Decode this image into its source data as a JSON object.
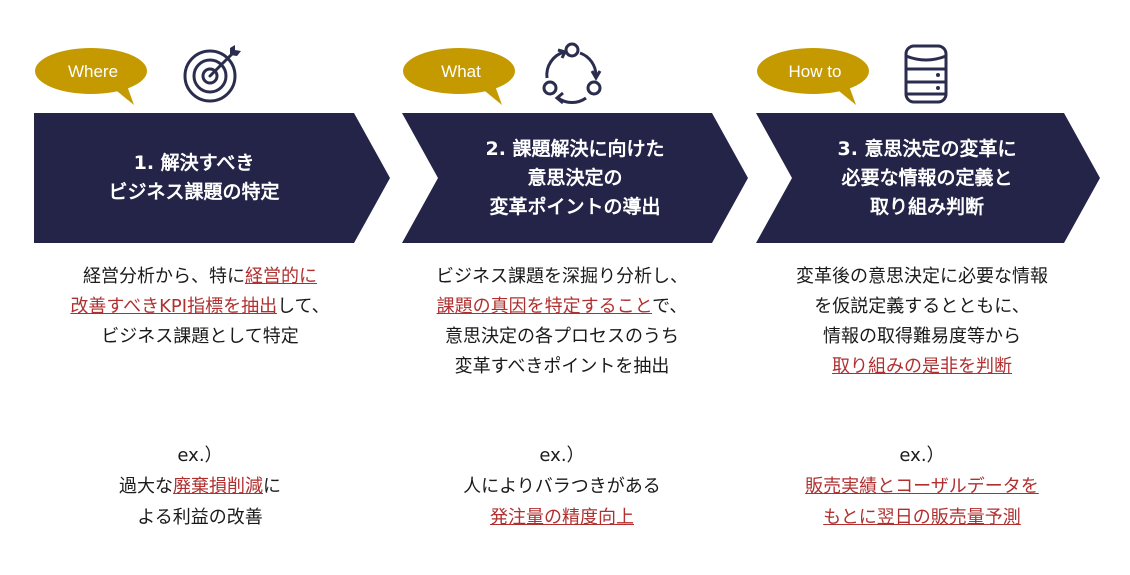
{
  "colors": {
    "gold": "#c49a00",
    "navy": "#232448",
    "highlight": "#b03030"
  },
  "steps": [
    {
      "tag": "Where",
      "icon": "target-icon",
      "title": [
        "1. 解決すべき",
        "ビジネス課題の特定"
      ],
      "desc": [
        [
          {
            "t": "経営分析から、特に"
          },
          {
            "t": "経営的に",
            "hl": true
          }
        ],
        [
          {
            "t": "改善すべきKPI指標を抽出",
            "hl": true
          },
          {
            "t": "して、"
          }
        ],
        [
          {
            "t": "ビジネス課題として特定"
          }
        ]
      ],
      "ex_label": "ex.）",
      "ex": [
        [
          {
            "t": "過大な"
          },
          {
            "t": "廃棄損削減",
            "hl": true
          },
          {
            "t": "に"
          }
        ],
        [
          {
            "t": "よる利益の改善"
          }
        ]
      ]
    },
    {
      "tag": "What",
      "icon": "cycle-icon",
      "title": [
        "2. 課題解決に向けた",
        "意思決定の",
        "変革ポイントの導出"
      ],
      "desc": [
        [
          {
            "t": "ビジネス課題を深掘り分析し、"
          }
        ],
        [
          {
            "t": "課題の真因を特定すること",
            "hl": true
          },
          {
            "t": "で、"
          }
        ],
        [
          {
            "t": "意思決定の各プロセスのうち"
          }
        ],
        [
          {
            "t": "変革すべきポイントを抽出"
          }
        ]
      ],
      "ex_label": "ex.）",
      "ex": [
        [
          {
            "t": "人によりバラつきがある"
          }
        ],
        [
          {
            "t": "発注量の精度向上",
            "hl": true
          }
        ]
      ]
    },
    {
      "tag": "How to",
      "icon": "database-icon",
      "title": [
        "3. 意思決定の変革に",
        "必要な情報の定義と",
        "取り組み判断"
      ],
      "desc": [
        [
          {
            "t": "変革後の意思決定に必要な情報"
          }
        ],
        [
          {
            "t": "を仮説定義するとともに、"
          }
        ],
        [
          {
            "t": "情報の取得難易度等から"
          }
        ],
        [
          {
            "t": "取り組みの是非を判断",
            "hl": true
          }
        ]
      ],
      "ex_label": "ex.）",
      "ex": [
        [
          {
            "t": "販売実績とコーザルデータを",
            "hl": true
          }
        ],
        [
          {
            "t": "もとに翌日の販売量予測",
            "hl": true
          }
        ]
      ]
    }
  ]
}
